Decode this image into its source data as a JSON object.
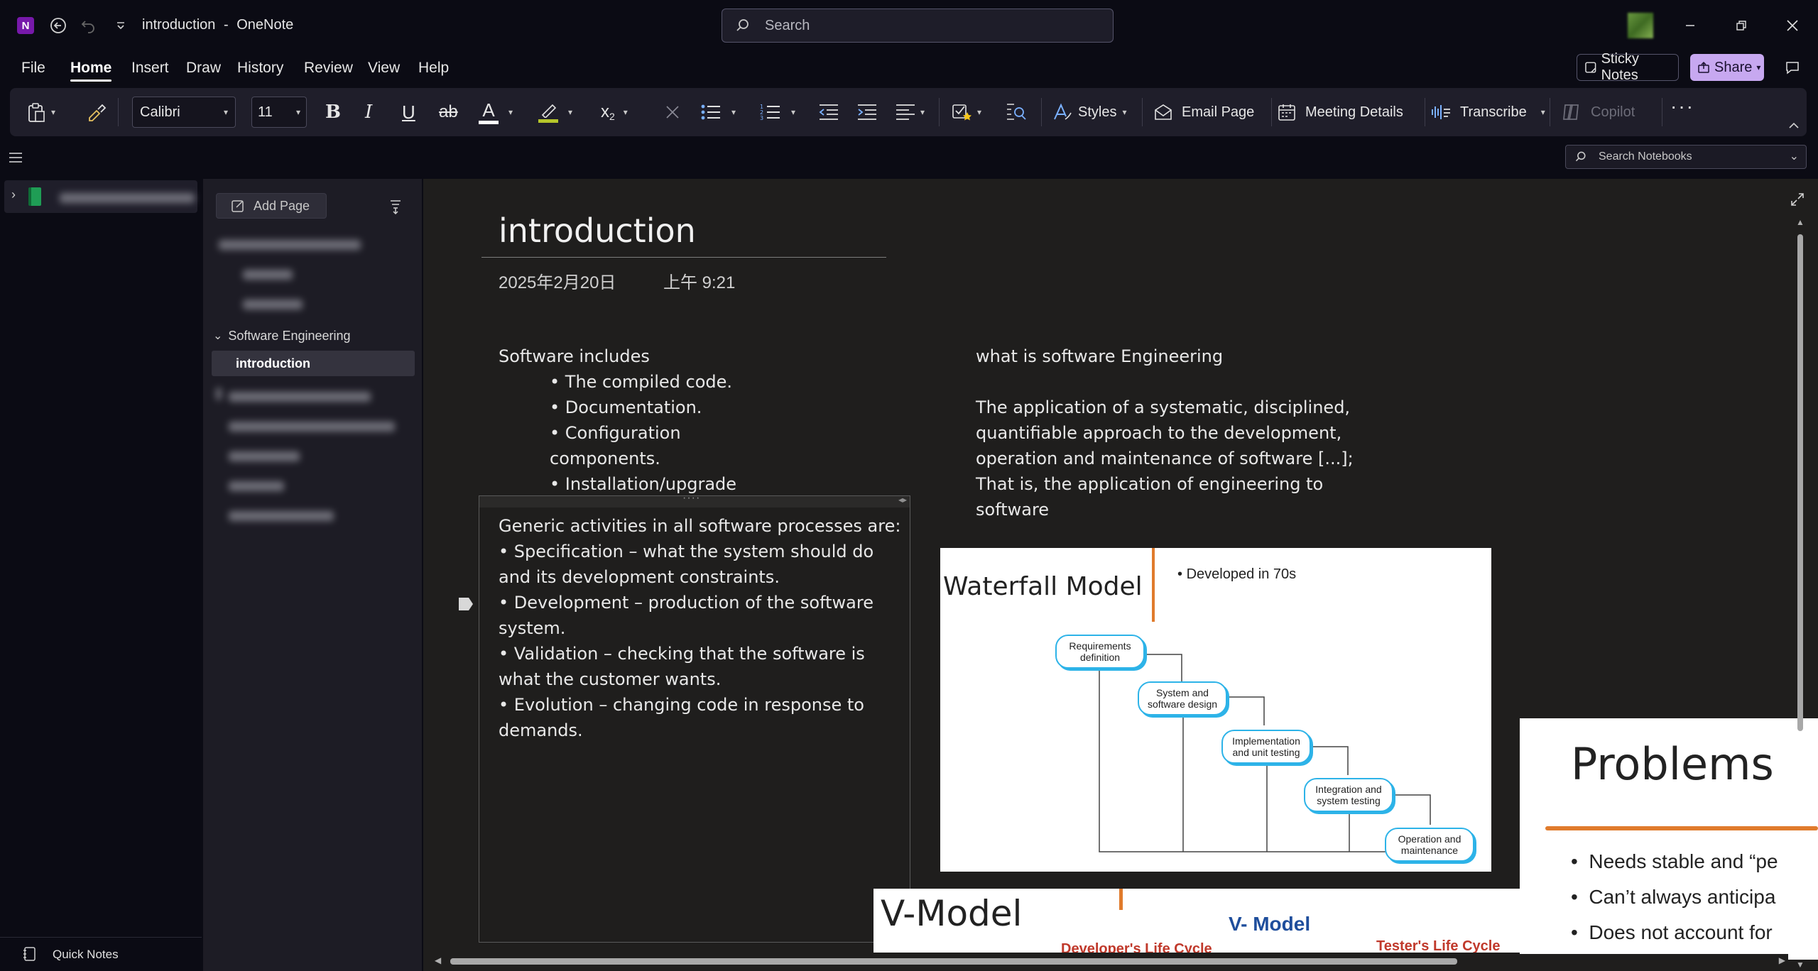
{
  "window": {
    "title": "introduction",
    "app_name": "OneNote",
    "separator": "-"
  },
  "search": {
    "placeholder": "Search"
  },
  "menu": [
    "File",
    "Home",
    "Insert",
    "Draw",
    "History",
    "Review",
    "View",
    "Help"
  ],
  "buttons": {
    "sticky_notes": "Sticky Notes",
    "share": "Share"
  },
  "ribbon": {
    "font": "Calibri",
    "size": "11",
    "styles": "Styles",
    "email_page": "Email Page",
    "meeting_details": "Meeting Details",
    "transcribe": "Transcribe",
    "copilot": "Copilot",
    "subscript": "x"
  },
  "notebooks": {
    "search_placeholder": "Search Notebooks",
    "quick_notes": "Quick Notes"
  },
  "pages": {
    "add_page": "Add Page",
    "section": "Software Engineering",
    "current": "introduction"
  },
  "page": {
    "title": "introduction",
    "date": "2025年2月20日",
    "time": "上午 9:21",
    "left": {
      "heading": "Software includes",
      "items": [
        "• The compiled code.",
        "• Documentation.",
        "• Configuration",
        "components.",
        "• Installation/upgrade"
      ]
    },
    "generic": {
      "lines": [
        "Generic activities in all software processes are:",
        "• Specification – what the system should do",
        "and its development constraints.",
        "• Development – production of the software",
        "system.",
        "• Validation – checking that the software is",
        "what the customer wants.",
        "• Evolution – changing code in response to",
        "demands."
      ]
    },
    "right": {
      "heading": "what is software Engineering",
      "lines": [
        "The application of a systematic, disciplined,",
        "quantifiable approach to the development,",
        "operation and maintenance of software [...];",
        "That is, the application of engineering to",
        "software"
      ]
    }
  },
  "slides": {
    "waterfall": {
      "title": "Waterfall Model",
      "bullet": "Developed in 70s",
      "boxes": [
        [
          "Requirements",
          "definition"
        ],
        [
          "System and",
          "software design"
        ],
        [
          "Implementation",
          "and unit testing"
        ],
        [
          "Integration and",
          "system testing"
        ],
        [
          "Operation and",
          "maintenance"
        ]
      ]
    },
    "vmodel": {
      "title": "V-Model",
      "center": "V- Model",
      "left": "Developer's Life Cycle",
      "right": "Tester's Life Cycle"
    },
    "problems": {
      "title": "Problems",
      "items": [
        "Needs stable and “pe",
        "Can’t always anticipa",
        "Does not account for"
      ]
    }
  },
  "colors": {
    "accent": "#7c5cbf",
    "onenote": "#7719aa",
    "green": "#1f9d55",
    "orange": "#e07b2c",
    "slide_box": "#2db3e8"
  }
}
